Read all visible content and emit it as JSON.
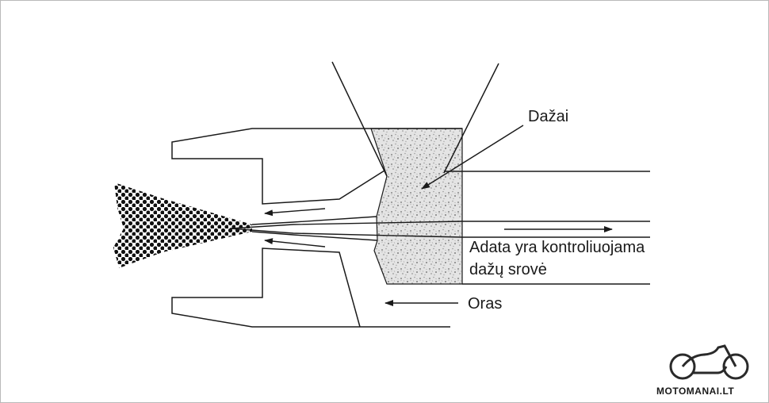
{
  "labels": {
    "paint": "Dažai",
    "needle_line1": "Adata yra kontroliuojama",
    "needle_line2": "dažų srovė",
    "air": "Oras"
  },
  "logo": {
    "text": "MOTOMANAI.LT",
    "icon": "motorcycle-icon"
  },
  "colors": {
    "line": "#1a1a1a",
    "paint_fill": "#d6d6d6",
    "spray_dots": "#111111"
  }
}
